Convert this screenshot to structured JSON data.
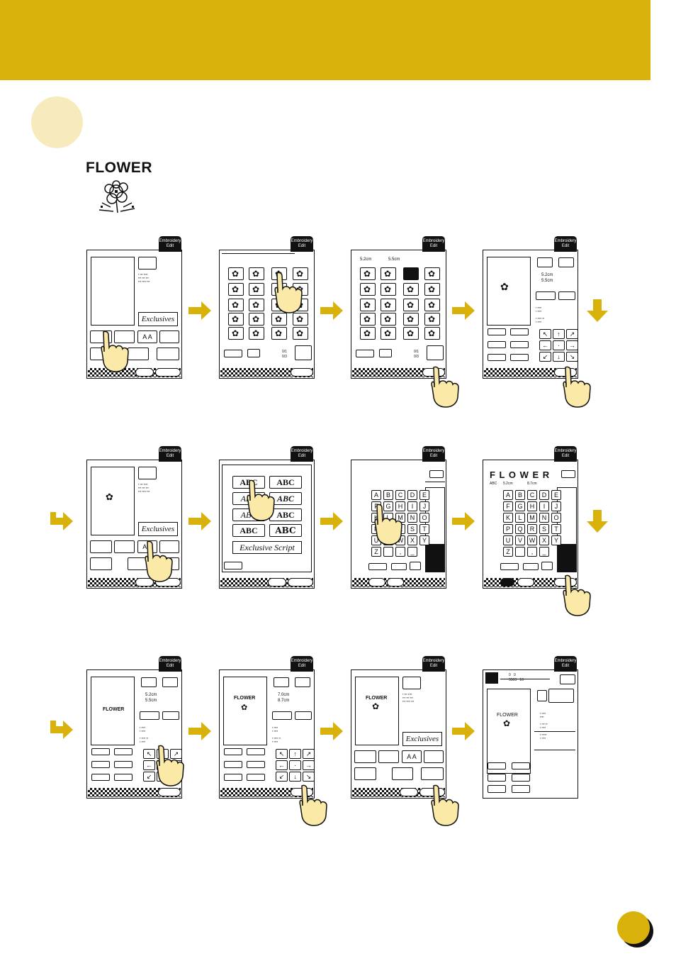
{
  "pattern_title": "FLOWER",
  "tab_label": "Embroidery Edit",
  "screen_text": {
    "exclusives": "Exclusives",
    "exclusive_script": "Exclusive Script",
    "abc": "ABC",
    "typed_word": "F L O W E R",
    "preview_word": "FLOWER",
    "size_1": "5.2cm",
    "size_2": "5.5cm",
    "size_3": "7.0cm",
    "size_4": "8.7cm",
    "counter": "0/1"
  },
  "keyboard_rows": [
    [
      "A",
      "B",
      "C",
      "D",
      "E"
    ],
    [
      "F",
      "G",
      "H",
      "I",
      "J"
    ],
    [
      "K",
      "L",
      "M",
      "N",
      "O"
    ],
    [
      "P",
      "Q",
      "R",
      "S",
      "T"
    ],
    [
      "U",
      "V",
      "W",
      "X",
      "Y"
    ],
    [
      "Z",
      "",
      ",",
      "_"
    ]
  ],
  "colors": {
    "band": "#d8b20a",
    "circle": "#f7ebbd",
    "hand": "#fbe9a8"
  }
}
